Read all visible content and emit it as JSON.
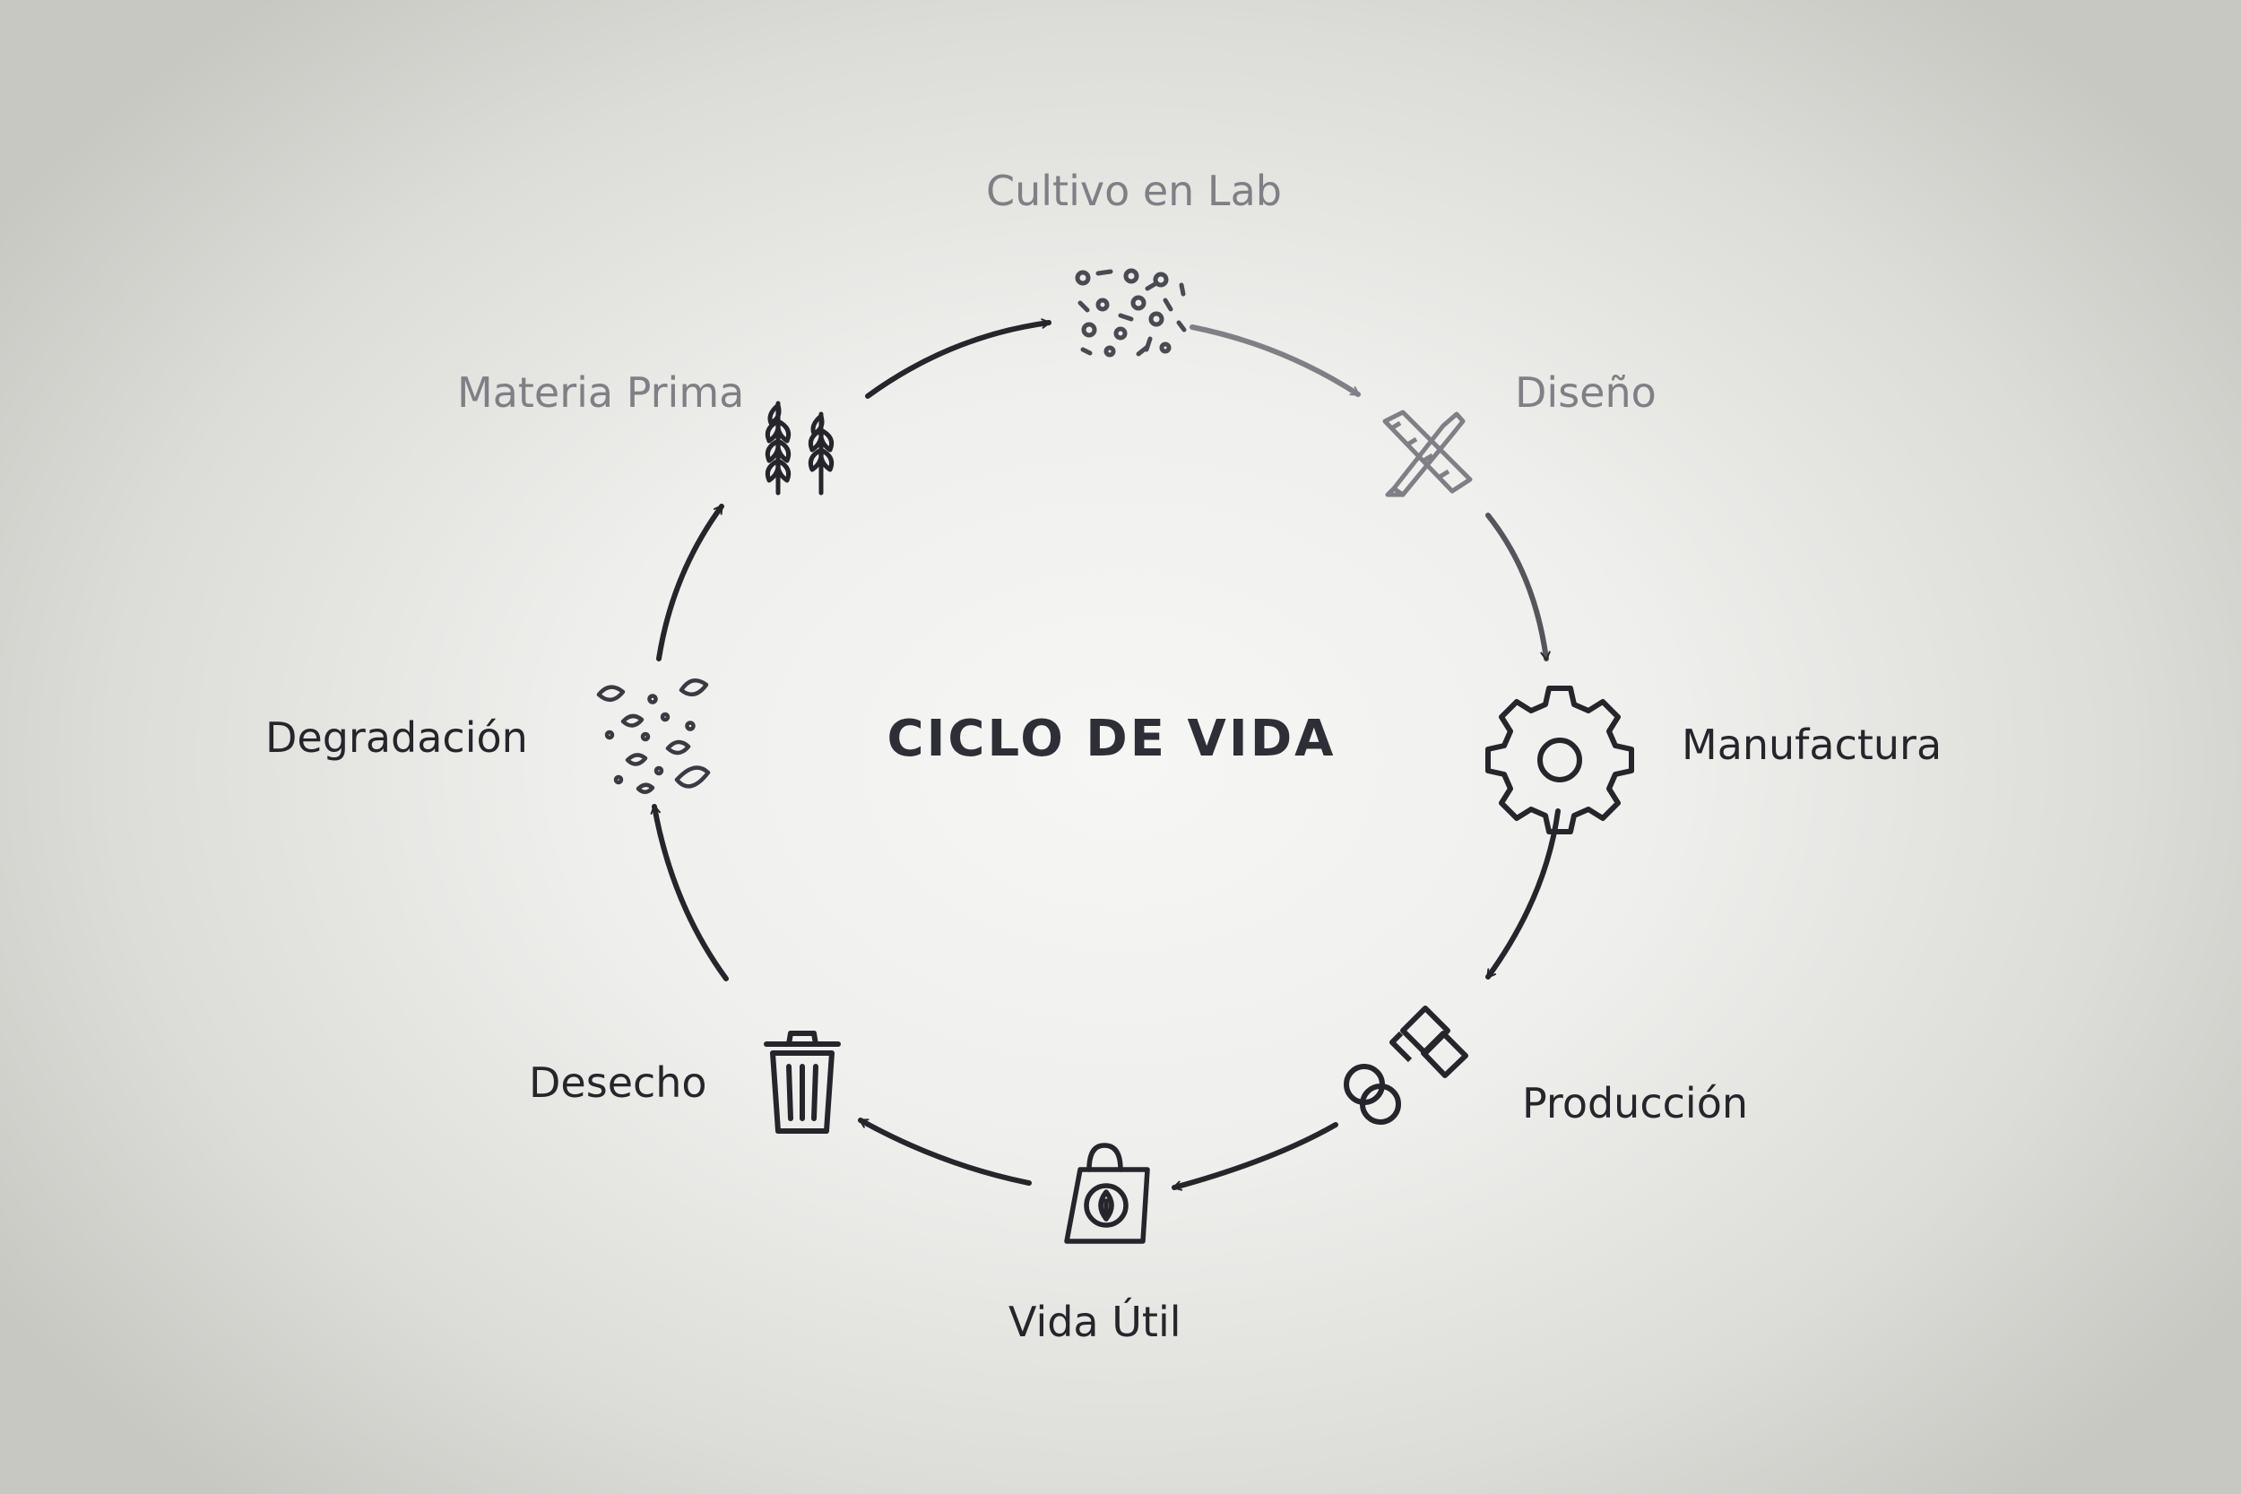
{
  "diagram": {
    "title": "CICLO DE VIDA",
    "stages": [
      {
        "id": "cultivo",
        "label": "Cultivo en Lab",
        "icon": "microbes-icon"
      },
      {
        "id": "diseno",
        "label": "Diseño",
        "icon": "pencil-ruler-icon"
      },
      {
        "id": "manufactura",
        "label": "Manufactura",
        "icon": "gear-icon"
      },
      {
        "id": "produccion",
        "label": "Producción",
        "icon": "chain-blocks-icon"
      },
      {
        "id": "vida_util",
        "label": "Vida Útil",
        "icon": "shopping-bag-leaf-icon"
      },
      {
        "id": "desecho",
        "label": "Desecho",
        "icon": "trash-can-icon"
      },
      {
        "id": "degradacion",
        "label": "Degradación",
        "icon": "leaves-scatter-icon"
      },
      {
        "id": "materia",
        "label": "Materia Prima",
        "icon": "wheat-icon"
      }
    ],
    "colors": {
      "ink": "#25252b",
      "faded_ink": "#7f7f86",
      "wall": "#efefed"
    }
  }
}
